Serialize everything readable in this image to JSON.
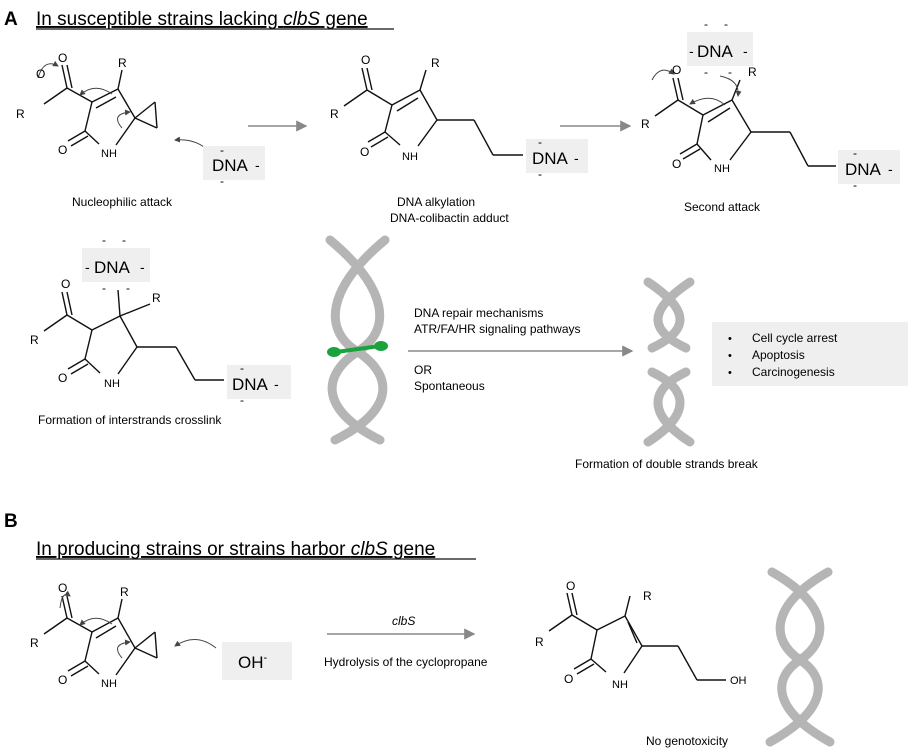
{
  "panel_a": {
    "letter": "A",
    "heading_prefix": "In susceptible strains lacking ",
    "heading_gene": "clbS",
    "heading_suffix": " gene",
    "labels": {
      "nucleophilic": "Nucleophilic attack",
      "alkylation_1": "DNA alkylation",
      "alkylation_2": "DNA-colibactin adduct",
      "second_attack": "Second attack",
      "crosslink": "Formation of interstrands crosslink",
      "repair_1": "DNA repair mechanisms",
      "repair_2": "ATR/FA/HR signaling pathways",
      "or": "OR",
      "spontaneous": "Spontaneous",
      "dsb": "Formation of double strands break"
    },
    "outcomes": [
      "Cell cycle arrest",
      "Apoptosis",
      "Carcinogenesis"
    ]
  },
  "panel_b": {
    "letter": "B",
    "heading_prefix": "In producing strains or strains harbor ",
    "heading_gene": "clbS",
    "heading_suffix": " gene",
    "enzyme": "clbS",
    "hydrolysis": "Hydrolysis of the cyclopropane",
    "no_genotox": "No genotoxicity"
  },
  "chem": {
    "dna": "DNA",
    "minus": "-",
    "oh": "OH",
    "oh_sup": "-",
    "R": "R",
    "O": "O",
    "NH": "NH",
    "OHterm": "OH"
  },
  "colors": {
    "helix": "#b5b5b5",
    "crosslink": "#1aa33c",
    "box": "#efefef",
    "arrow": "#888888"
  }
}
